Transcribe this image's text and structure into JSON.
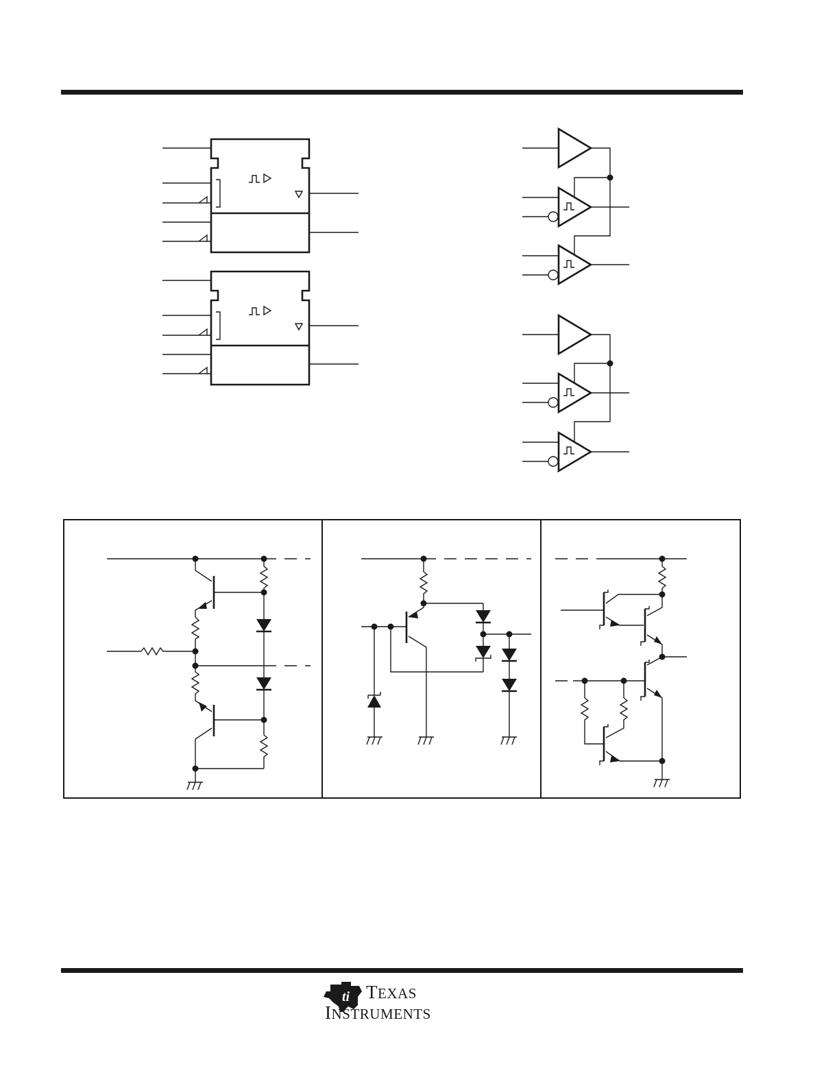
{
  "page": {
    "logo": {
      "company_line1": "Texas",
      "company_line2": "Instruments",
      "emblem": "ti-state-emblem-icon"
    }
  },
  "figures": {
    "logic_symbols": "two IEC logic symbol blocks with Schmitt-trigger and 3-state output qualifiers",
    "logic_diagrams": "two groups of three buffers/gates with Schmitt-trigger inputs and wired outputs",
    "schematics": [
      "equivalent-input-circuit",
      "typical-input-circuit",
      "typical-output-circuit"
    ]
  },
  "colors": {
    "ink": "#1a1a1a",
    "paper": "#ffffff"
  }
}
